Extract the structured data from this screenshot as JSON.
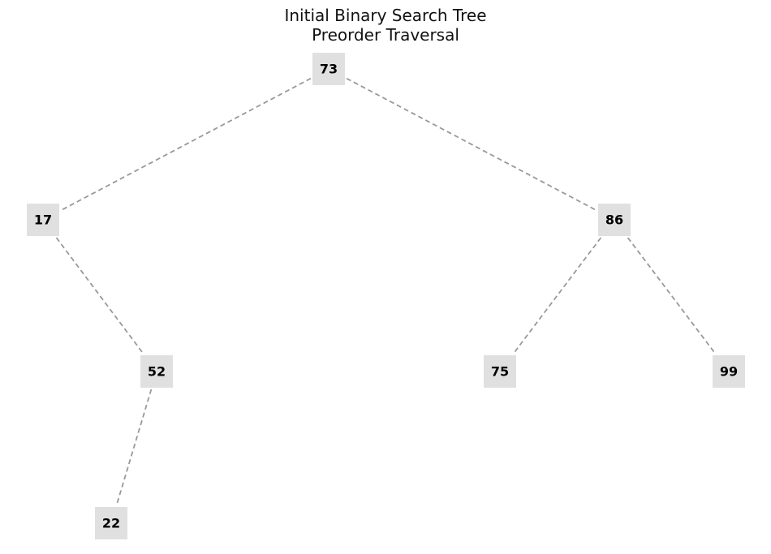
{
  "diagram": {
    "title": "Initial Binary Search Tree",
    "subtitle": "Preorder Traversal",
    "root": "73",
    "nodes": [
      {
        "id": "73",
        "label": "73"
      },
      {
        "id": "17",
        "label": "17"
      },
      {
        "id": "86",
        "label": "86"
      },
      {
        "id": "52",
        "label": "52"
      },
      {
        "id": "75",
        "label": "75"
      },
      {
        "id": "99",
        "label": "99"
      },
      {
        "id": "22",
        "label": "22"
      }
    ],
    "edges": [
      {
        "from": "73",
        "to": "17",
        "side": "left"
      },
      {
        "from": "73",
        "to": "86",
        "side": "right"
      },
      {
        "from": "17",
        "to": "52",
        "side": "right"
      },
      {
        "from": "86",
        "to": "75",
        "side": "left"
      },
      {
        "from": "86",
        "to": "99",
        "side": "right"
      },
      {
        "from": "52",
        "to": "22",
        "side": "left"
      }
    ],
    "colors": {
      "node_fill": "#e0e0e0",
      "edge": "#999999",
      "text": "#000000"
    },
    "edge_style": "dashed"
  }
}
